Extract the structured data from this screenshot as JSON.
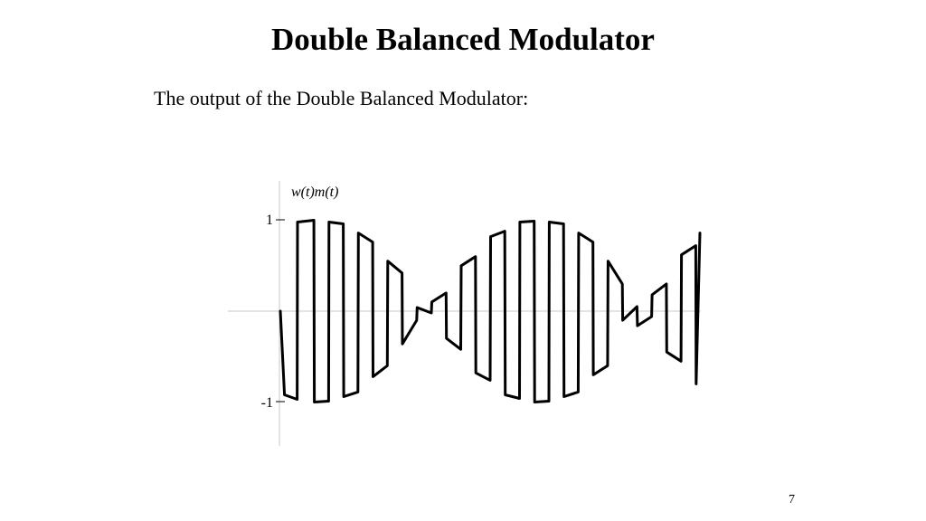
{
  "slide": {
    "title": "Double Balanced Modulator",
    "subtitle": "The output of the Double Balanced Modulator:",
    "page_number": "7"
  },
  "chart_data": {
    "type": "line",
    "ylabel": "w(t)m(t)",
    "y_ticks": [
      {
        "value": 1,
        "label": "1"
      },
      {
        "value": -1,
        "label": "-1"
      }
    ],
    "ylim": [
      -1.45,
      1.45
    ],
    "line_color": "#000000",
    "series": [
      {
        "x": [
          0,
          0.01,
          0.04,
          0.041,
          0.08,
          0.081,
          0.115,
          0.116,
          0.15,
          0.151,
          0.185,
          0.186,
          0.22,
          0.221,
          0.255,
          0.256,
          0.29,
          0.291,
          0.325,
          0.326,
          0.36,
          0.361,
          0.395,
          0.396,
          0.43,
          0.431,
          0.465,
          0.466,
          0.5,
          0.501,
          0.535,
          0.536,
          0.57,
          0.571,
          0.605,
          0.606,
          0.64,
          0.641,
          0.675,
          0.676,
          0.71,
          0.711,
          0.745,
          0.746,
          0.78,
          0.781,
          0.815,
          0.816,
          0.85,
          0.851,
          0.885,
          0.886,
          0.92,
          0.921,
          0.955,
          0.956,
          0.99,
          0.991,
          1.0
        ],
        "y": [
          0,
          -0.92,
          -0.97,
          0.98,
          1.0,
          -1.0,
          -0.99,
          0.98,
          0.96,
          -0.94,
          -0.89,
          0.86,
          0.76,
          -0.72,
          -0.6,
          0.55,
          0.42,
          -0.36,
          -0.1,
          0.04,
          -0.02,
          0.1,
          0.2,
          -0.3,
          -0.42,
          0.5,
          0.6,
          -0.68,
          -0.76,
          0.82,
          0.88,
          -0.92,
          -0.96,
          0.98,
          0.99,
          -1.0,
          -0.99,
          0.98,
          0.96,
          -0.94,
          -0.89,
          0.86,
          0.76,
          -0.7,
          -0.6,
          0.55,
          0.3,
          -0.1,
          0.05,
          -0.16,
          -0.06,
          0.18,
          0.3,
          -0.45,
          -0.55,
          0.62,
          0.72,
          -0.8,
          0.86
        ]
      }
    ]
  }
}
